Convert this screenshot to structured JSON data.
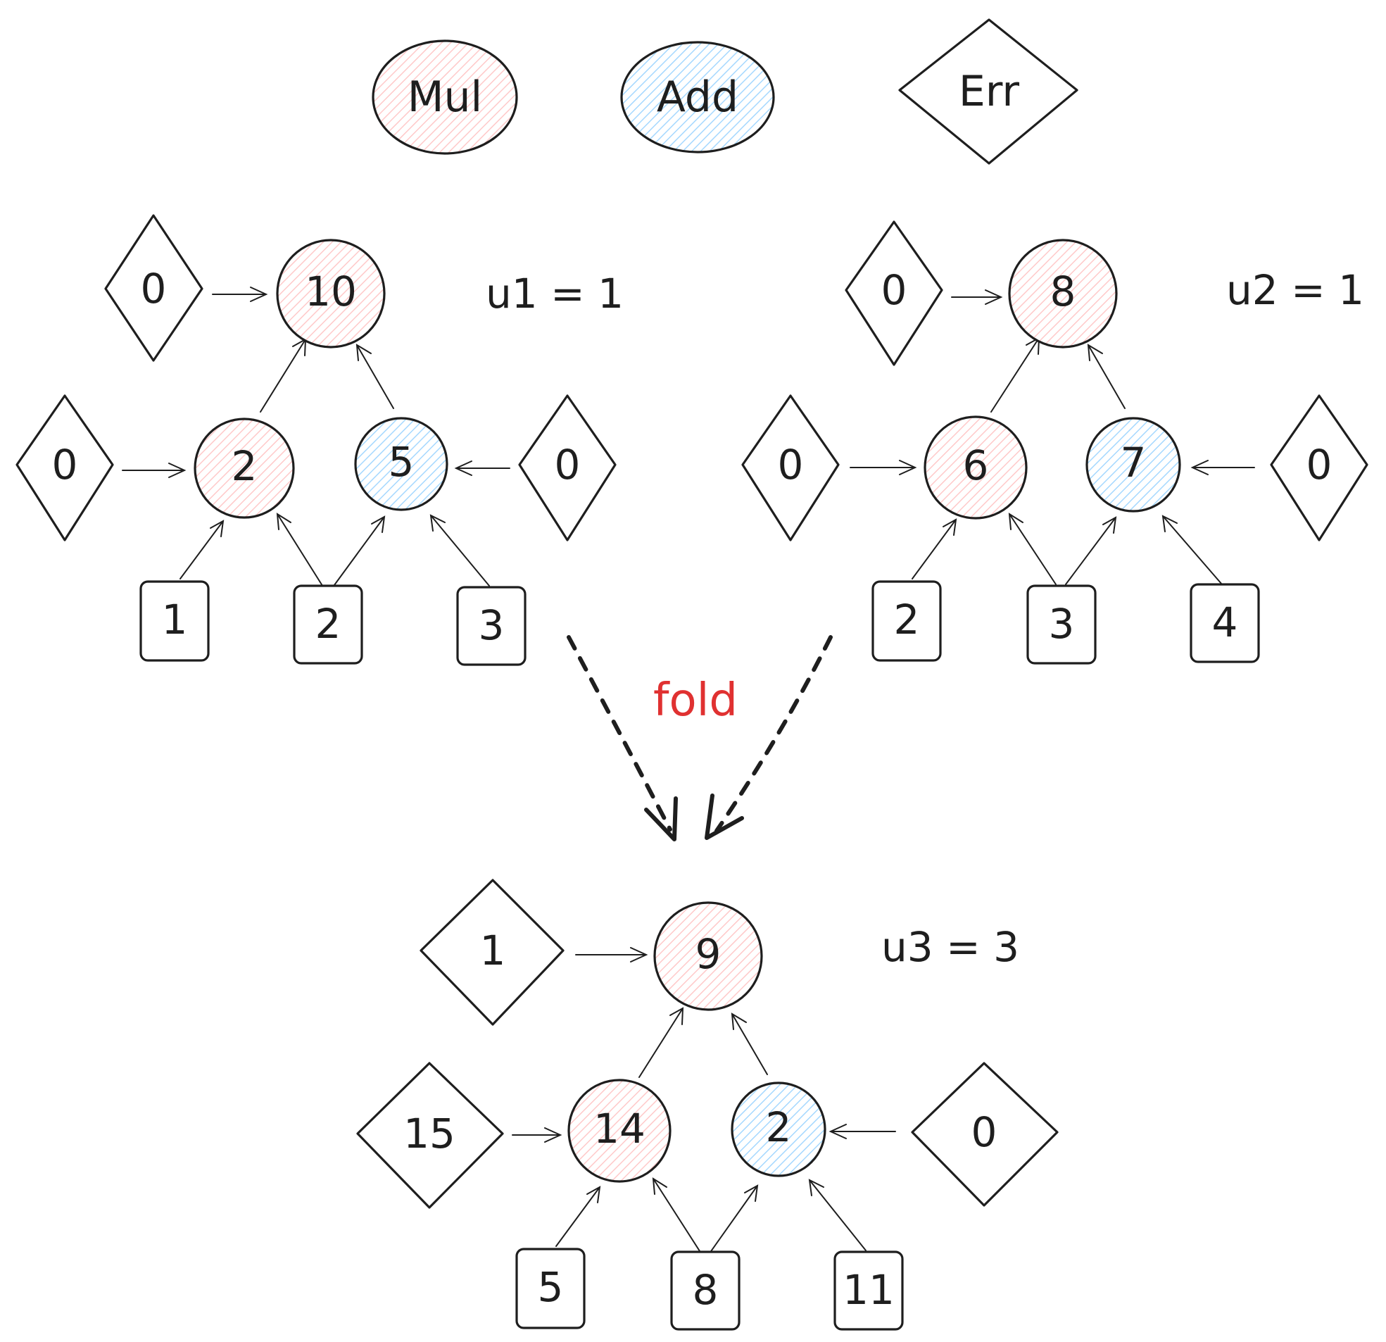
{
  "colors": {
    "mul_fill": "#ffc9c9",
    "add_fill": "#a5d8ff",
    "stroke": "#1e1e1e",
    "fold_text": "#e03131"
  },
  "legend": {
    "mul": "Mul",
    "add": "Add",
    "err": "Err"
  },
  "fold_label": "fold",
  "left_tree": {
    "u_label": "u1 = 1",
    "root": "10",
    "root_err": "0",
    "mul_node": "2",
    "mul_err": "0",
    "add_node": "5",
    "add_err": "0",
    "inputs": [
      "1",
      "2",
      "3"
    ]
  },
  "right_tree": {
    "u_label": "u2 = 1",
    "root": "8",
    "root_err": "0",
    "mul_node": "6",
    "mul_err": "0",
    "add_node": "7",
    "add_err": "0",
    "inputs": [
      "2",
      "3",
      "4"
    ]
  },
  "bottom_tree": {
    "u_label": "u3 = 3",
    "root": "9",
    "root_err": "1",
    "mul_node": "14",
    "mul_err": "15",
    "add_node": "2",
    "add_err": "0",
    "inputs": [
      "5",
      "8",
      "11"
    ]
  }
}
